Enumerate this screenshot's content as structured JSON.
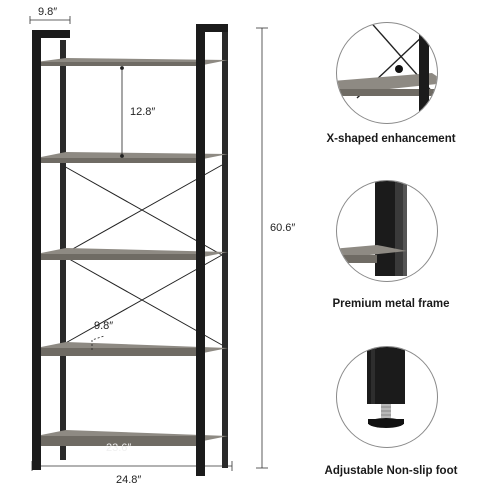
{
  "dimensions": {
    "depth": "9.8″",
    "shelf_gap": "12.8″",
    "height": "60.6″",
    "shelf_depth": "9.8″",
    "shelf_width": "23.6″",
    "overall_width": "24.8″"
  },
  "features": [
    {
      "caption": "X-shaped enhancement",
      "icon": "x-brace-detail"
    },
    {
      "caption": "Premium metal frame",
      "icon": "metal-frame-detail"
    },
    {
      "caption": "Adjustable Non-slip foot",
      "icon": "leveling-foot-detail"
    }
  ],
  "colors": {
    "frame": "#1b1b1b",
    "shelf": "#8e8a83",
    "shelf_edge": "#6f6b64"
  }
}
